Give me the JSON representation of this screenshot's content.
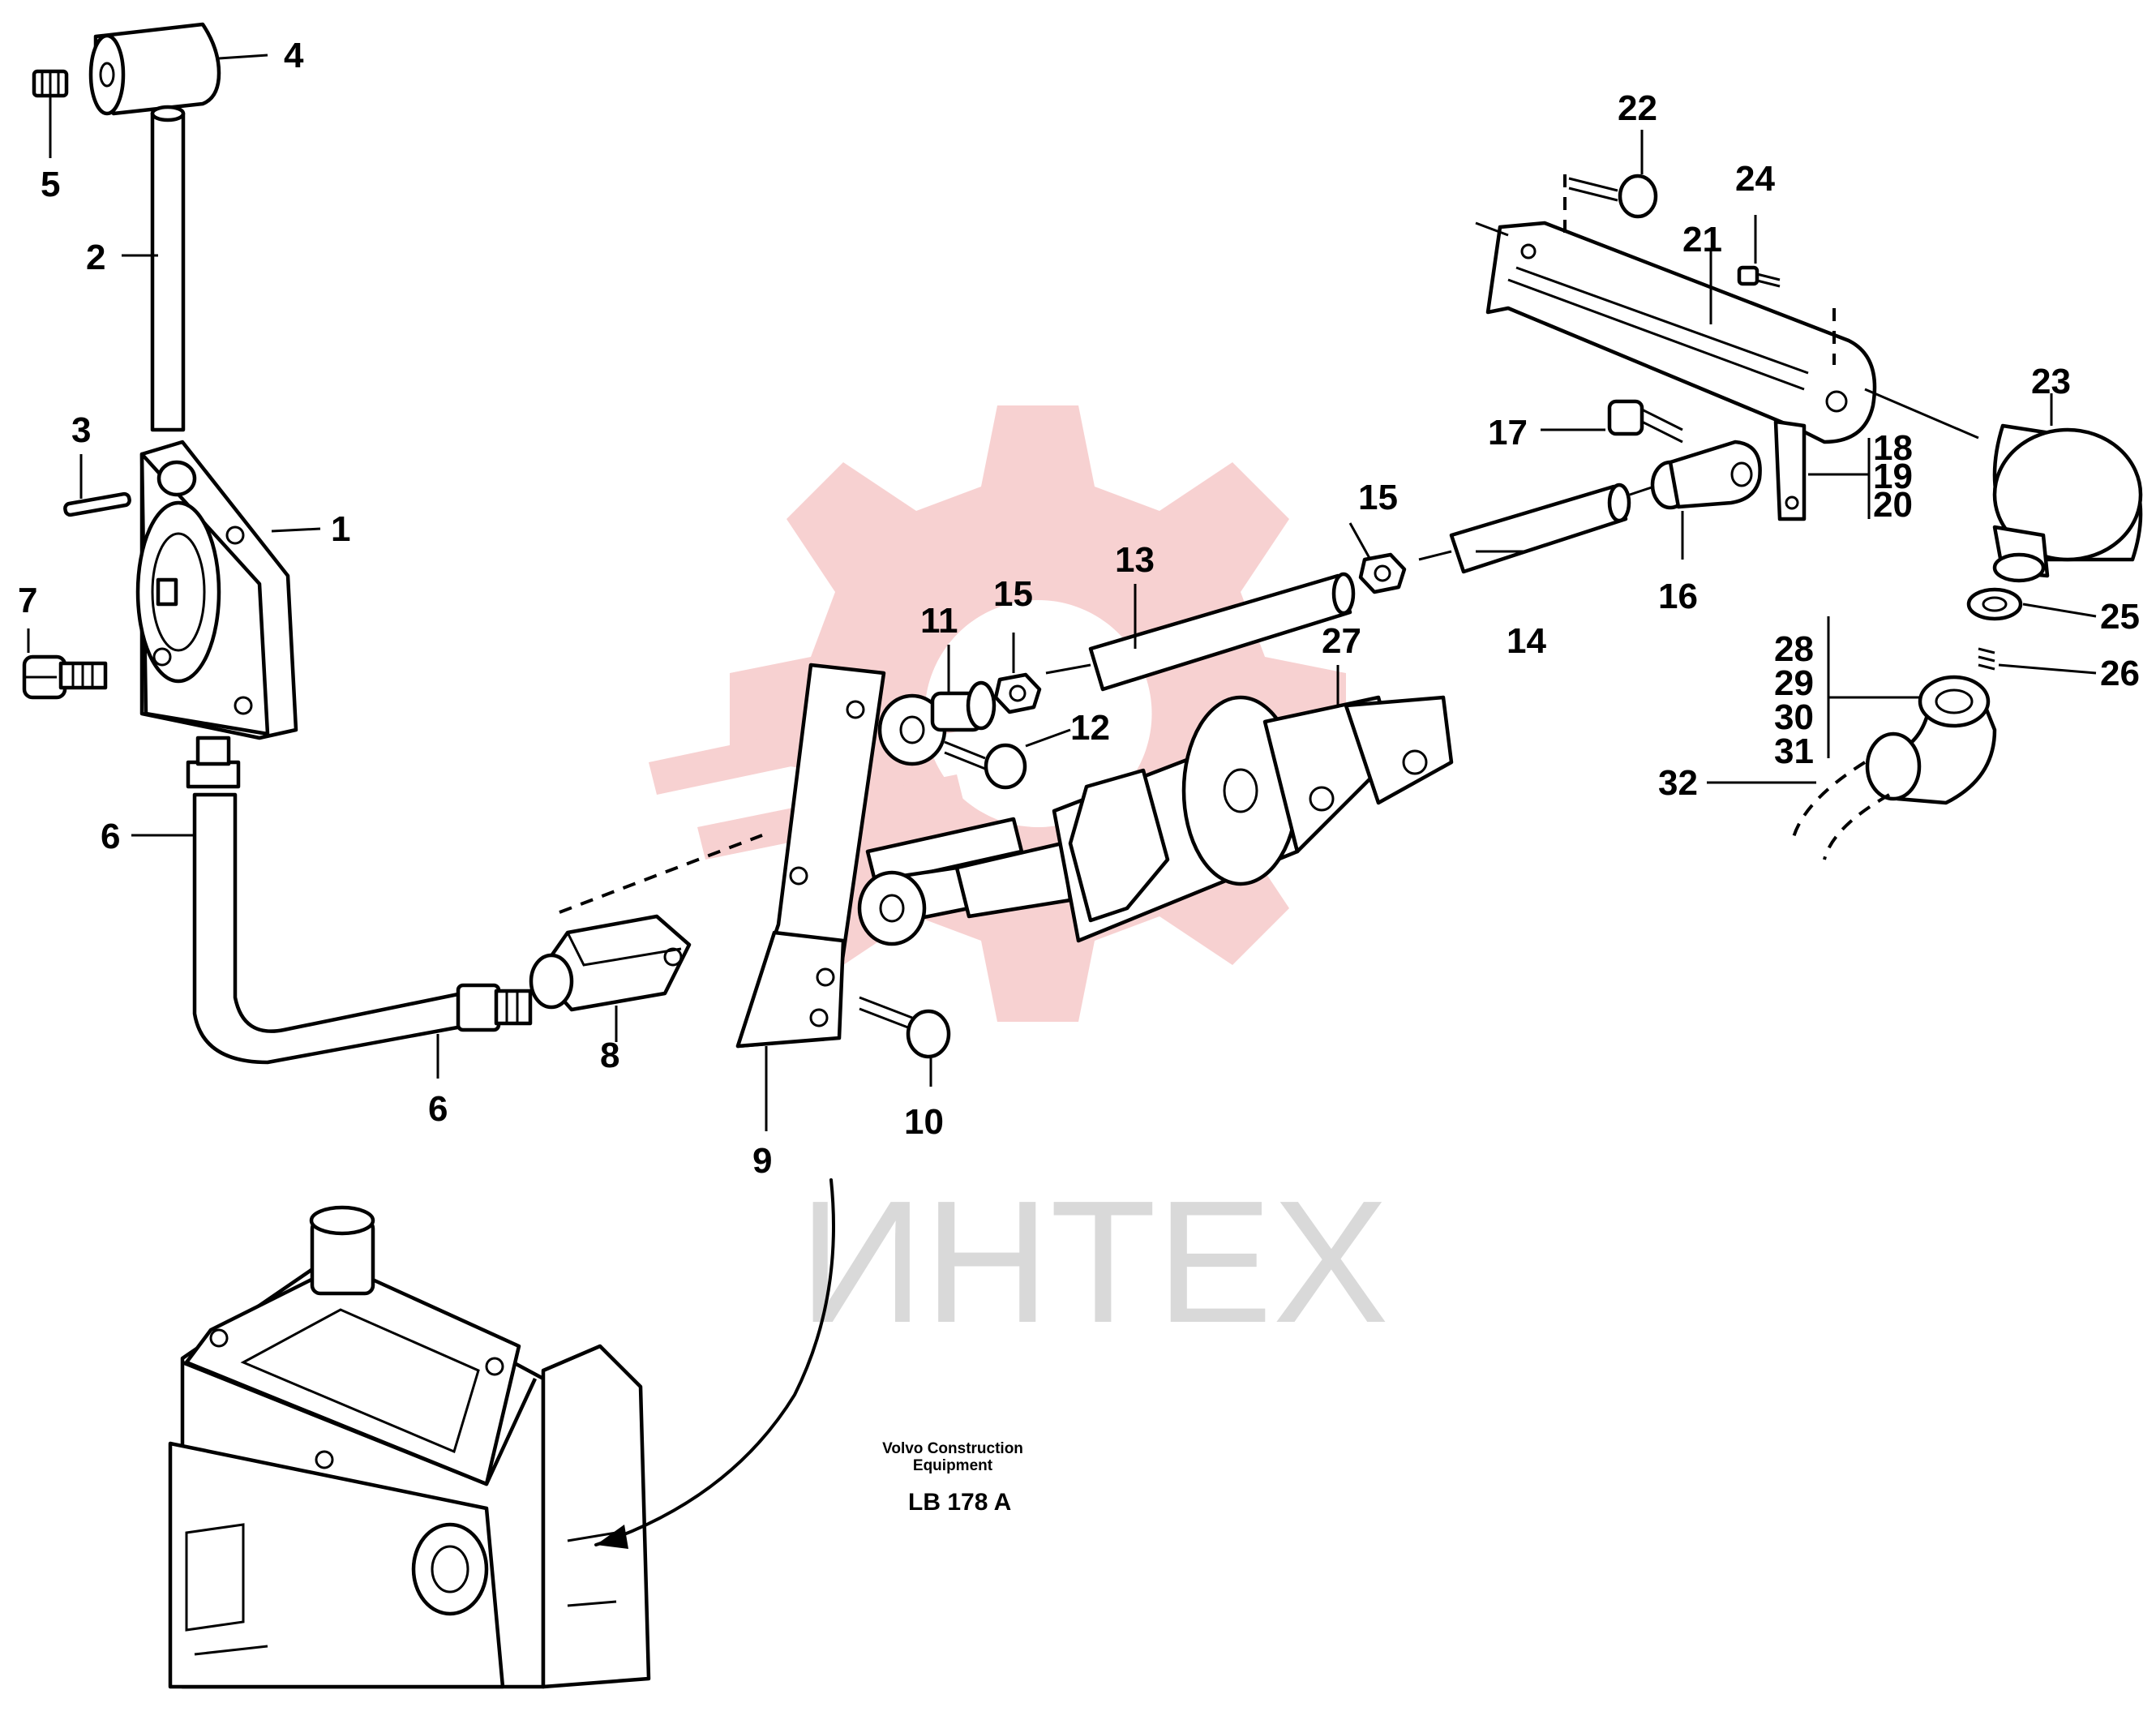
{
  "watermark": {
    "text": "ИНТЕХ",
    "gear_color": "#f6c9c9",
    "text_color": "#d9d9d9"
  },
  "footer": {
    "company_line1": "Volvo Construction",
    "company_line2": "Equipment",
    "drawing_code": "LB 178 A"
  },
  "callouts": {
    "c1": "1",
    "c2": "2",
    "c3": "3",
    "c4": "4",
    "c5": "5",
    "c6a": "6",
    "c6b": "6",
    "c7": "7",
    "c8": "8",
    "c9": "9",
    "c10": "10",
    "c11": "11",
    "c12": "12",
    "c13": "13",
    "c14": "14",
    "c15a": "15",
    "c15b": "15",
    "c16": "16",
    "c17": "17",
    "c18": "18",
    "c19": "19",
    "c20": "20",
    "c21": "21",
    "c22": "22",
    "c23": "23",
    "c24": "24",
    "c25": "25",
    "c26": "26",
    "c27": "27",
    "c28": "28",
    "c29": "29",
    "c30": "30",
    "c31": "31",
    "c32": "32"
  }
}
